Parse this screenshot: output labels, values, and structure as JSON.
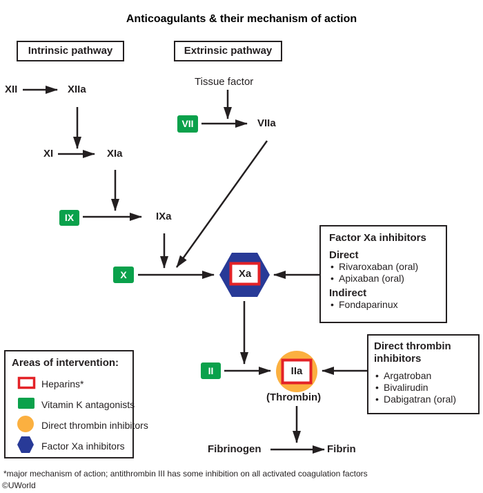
{
  "title": "Anticoagulants & their mechanism of action",
  "pathways": {
    "intrinsic": "Intrinsic pathway",
    "extrinsic": "Extrinsic pathway"
  },
  "nodes": {
    "xii": "XII",
    "xiia": "XIIa",
    "xi": "XI",
    "xia": "XIa",
    "ix": "IX",
    "ixa": "IXa",
    "tissue_factor": "Tissue factor",
    "vii": "VII",
    "viia": "VIIa",
    "x": "X",
    "xa": "Xa",
    "ii": "II",
    "iia": "IIa",
    "thrombin": "(Thrombin)",
    "fibrinogen": "Fibrinogen",
    "fibrin": "Fibrin"
  },
  "factor_xa_box": {
    "heading": "Factor Xa inhibitors",
    "direct_label": "Direct",
    "direct_items": [
      "Rivaroxaban (oral)",
      "Apixaban (oral)"
    ],
    "indirect_label": "Indirect",
    "indirect_items": [
      "Fondaparinux"
    ]
  },
  "thrombin_box": {
    "heading_line1": "Direct thrombin",
    "heading_line2": "inhibitors",
    "items": [
      "Argatroban",
      "Bivalirudin",
      "Dabigatran (oral)"
    ]
  },
  "legend": {
    "title": "Areas of intervention:",
    "items": [
      {
        "label": "Heparins*",
        "symbol": "red-outline-square",
        "color": "#e32227"
      },
      {
        "label": "Vitamin K antagonists",
        "symbol": "green-rounded-square",
        "color": "#0aa14b"
      },
      {
        "label": "Direct thrombin inhibitors",
        "symbol": "orange-circle",
        "color": "#fbb040"
      },
      {
        "label": "Factor Xa inhibitors",
        "symbol": "blue-hexagon",
        "color": "#283a97"
      }
    ]
  },
  "footnote": "*major mechanism of action; antithrombin III has some inhibition on all activated coagulation factors",
  "copyright": "©UWorld",
  "colors": {
    "vitamin_k_green": "#0aa14b",
    "heparin_red": "#e32227",
    "thrombin_orange": "#fbb040",
    "xa_blue": "#283a97",
    "ink": "#231f20"
  }
}
